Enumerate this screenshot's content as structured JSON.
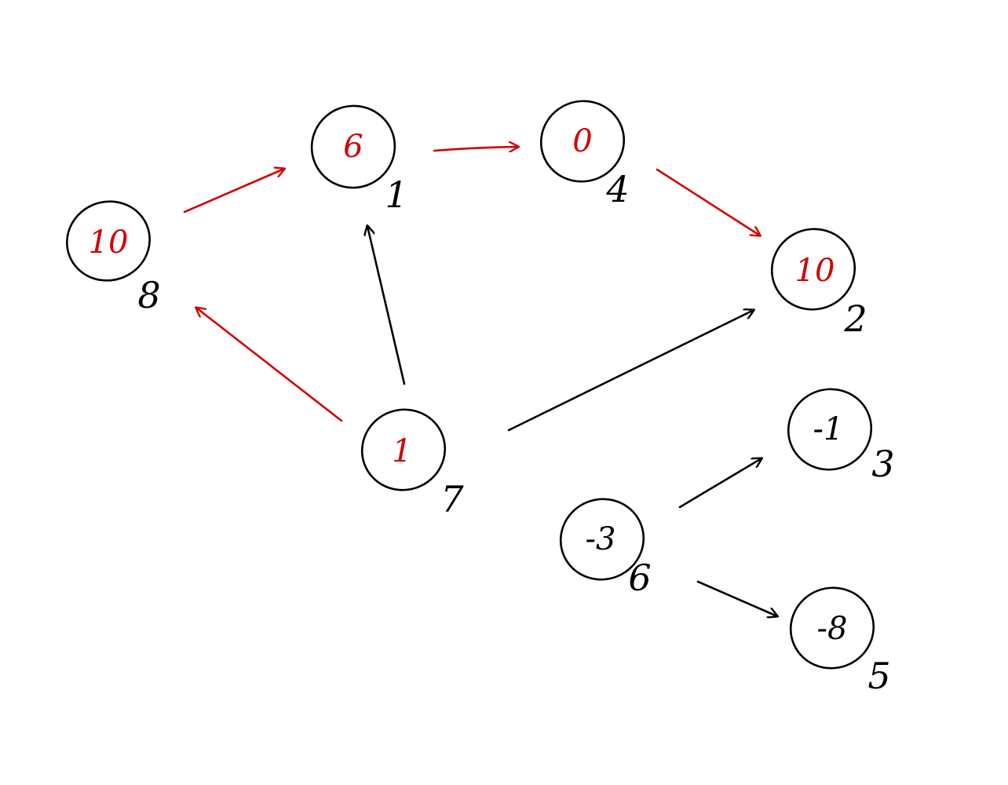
{
  "colors": {
    "highlight": "#d40000",
    "default": "#000000"
  },
  "nodes": {
    "n8": {
      "label": "8",
      "value": "10"
    },
    "n1": {
      "label": "1",
      "value": "6"
    },
    "n4": {
      "label": "4",
      "value": "0"
    },
    "n2": {
      "label": "2",
      "value": "10"
    },
    "n7": {
      "label": "7",
      "value": "1"
    },
    "n3": {
      "label": "3",
      "value": "-1"
    },
    "n6": {
      "label": "6",
      "value": "-3"
    },
    "n5": {
      "label": "5",
      "value": "-8"
    }
  },
  "edges": [
    {
      "from": "8",
      "to": "1",
      "highlighted": true
    },
    {
      "from": "1",
      "to": "4",
      "highlighted": true
    },
    {
      "from": "4",
      "to": "2",
      "highlighted": true
    },
    {
      "from": "7",
      "to": "8",
      "highlighted": true
    },
    {
      "from": "7",
      "to": "1",
      "highlighted": false
    },
    {
      "from": "7",
      "to": "2",
      "highlighted": false
    },
    {
      "from": "6",
      "to": "3",
      "highlighted": false
    },
    {
      "from": "6",
      "to": "5",
      "highlighted": false
    }
  ]
}
